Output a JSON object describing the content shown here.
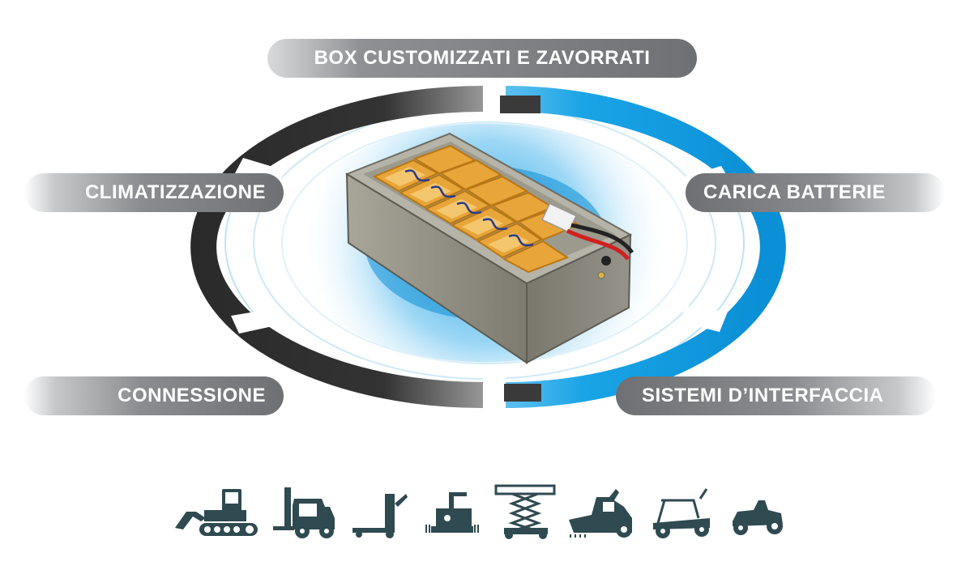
{
  "labels": {
    "top": "BOX CUSTOMIZZATI E ZAVORRATI",
    "left_top": "CLIMATIZZAZIONE",
    "left_bottom": "CONNESSIONE",
    "right_top": "CARICA BATTERIE",
    "right_bottom": "SISTEMI D’INTERFACCIA"
  },
  "colors": {
    "ring_dark": "#333333",
    "ring_blue": "#1aa4e6",
    "pill_gray": "#6e7073",
    "battery_box": "#8b8a7e",
    "battery_cell": "#e8a53a",
    "vehicle_icon": "#2f4a50"
  },
  "vehicle_icons": [
    "crawler-loader-icon",
    "forklift-icon",
    "pallet-truck-icon",
    "floor-scrubber-icon",
    "scissor-lift-icon",
    "sweeper-icon",
    "golf-cart-icon",
    "lawn-tractor-icon"
  ]
}
